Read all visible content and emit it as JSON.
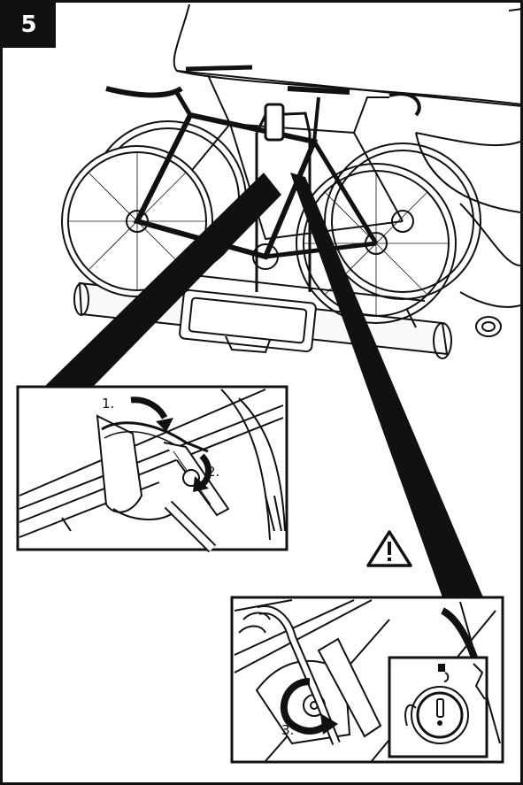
{
  "step": {
    "number": "5"
  },
  "callouts": {
    "top": {
      "step1": "1.",
      "step2": "2."
    },
    "bottom": {
      "step3": "3."
    }
  },
  "icons": {
    "warning": "warning-triangle-icon",
    "lock": "lock-icon",
    "key": "key-icon"
  },
  "colors": {
    "line": "#111111",
    "background": "#ffffff",
    "badge": "#111111"
  }
}
